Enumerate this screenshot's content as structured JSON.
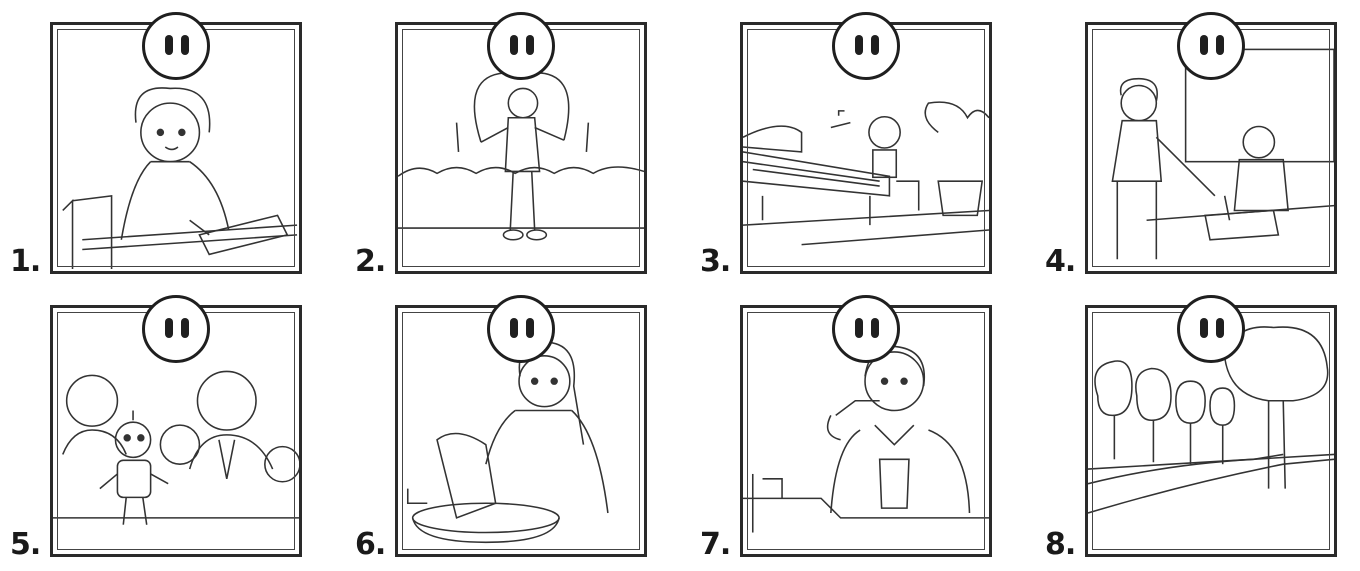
{
  "items": [
    {
      "number": "1.",
      "scene_icon": "girl-writing-icon"
    },
    {
      "number": "2.",
      "scene_icon": "boy-jumping-rope-icon"
    },
    {
      "number": "3.",
      "scene_icon": "robot-playing-piano-icon"
    },
    {
      "number": "4.",
      "scene_icon": "teacher-helping-student-icon"
    },
    {
      "number": "5.",
      "scene_icon": "children-with-robot-icon"
    },
    {
      "number": "6.",
      "scene_icon": "girl-washing-clothes-icon"
    },
    {
      "number": "7.",
      "scene_icon": "boy-brushing-teeth-icon"
    },
    {
      "number": "8.",
      "scene_icon": "park-path-trees-icon"
    }
  ],
  "face_icon": "blank-face-icon",
  "colors": {
    "line": "#1f1f1f",
    "background": "#ffffff"
  }
}
